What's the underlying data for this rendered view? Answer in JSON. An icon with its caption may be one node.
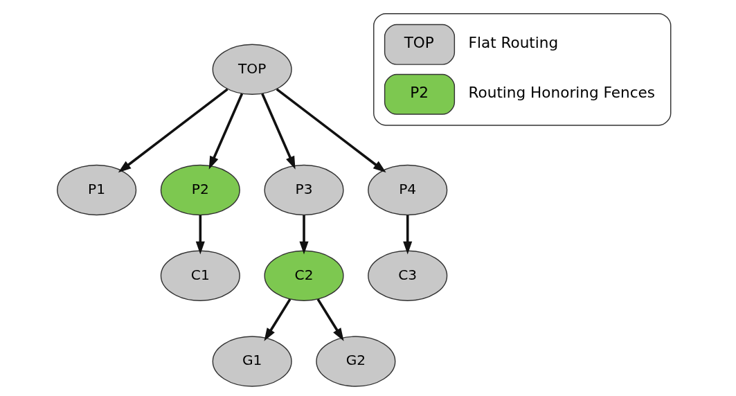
{
  "diagram": {
    "nodes": [
      {
        "text": [
          "TOP"
        ]
      },
      {
        "text": [
          "P1"
        ]
      },
      {
        "text": [
          "P2"
        ]
      },
      {
        "text": [
          "P3"
        ]
      },
      {
        "text": [
          "P4"
        ]
      },
      {
        "text": [
          "C1"
        ]
      },
      {
        "text": [
          "C2"
        ]
      },
      {
        "text": [
          "C3"
        ]
      },
      {
        "text": [
          "G1"
        ]
      },
      {
        "text": [
          "G2"
        ]
      }
    ],
    "edges": [
      {
        "from": 0,
        "to": 1,
        "arrow": "to"
      },
      {
        "from": 0,
        "to": 2,
        "arrow": "to"
      },
      {
        "from": 0,
        "to": 3,
        "arrow": "to"
      },
      {
        "from": 0,
        "to": 4,
        "arrow": "to"
      },
      {
        "from": 2,
        "to": 5,
        "arrow": "to"
      },
      {
        "from": 3,
        "to": 6,
        "arrow": "to"
      },
      {
        "from": 4,
        "to": 7,
        "arrow": "to"
      },
      {
        "from": 6,
        "to": 8,
        "arrow": "to"
      },
      {
        "from": 6,
        "to": 9,
        "arrow": "to"
      }
    ],
    "labels": [
      "TOP",
      "P2"
    ],
    "legend": [
      {
        "text": "Flat Routing",
        "color": "#c8c8c8"
      },
      {
        "text": "Routing Honoring Fences",
        "color": "#7dc850"
      }
    ]
  }
}
